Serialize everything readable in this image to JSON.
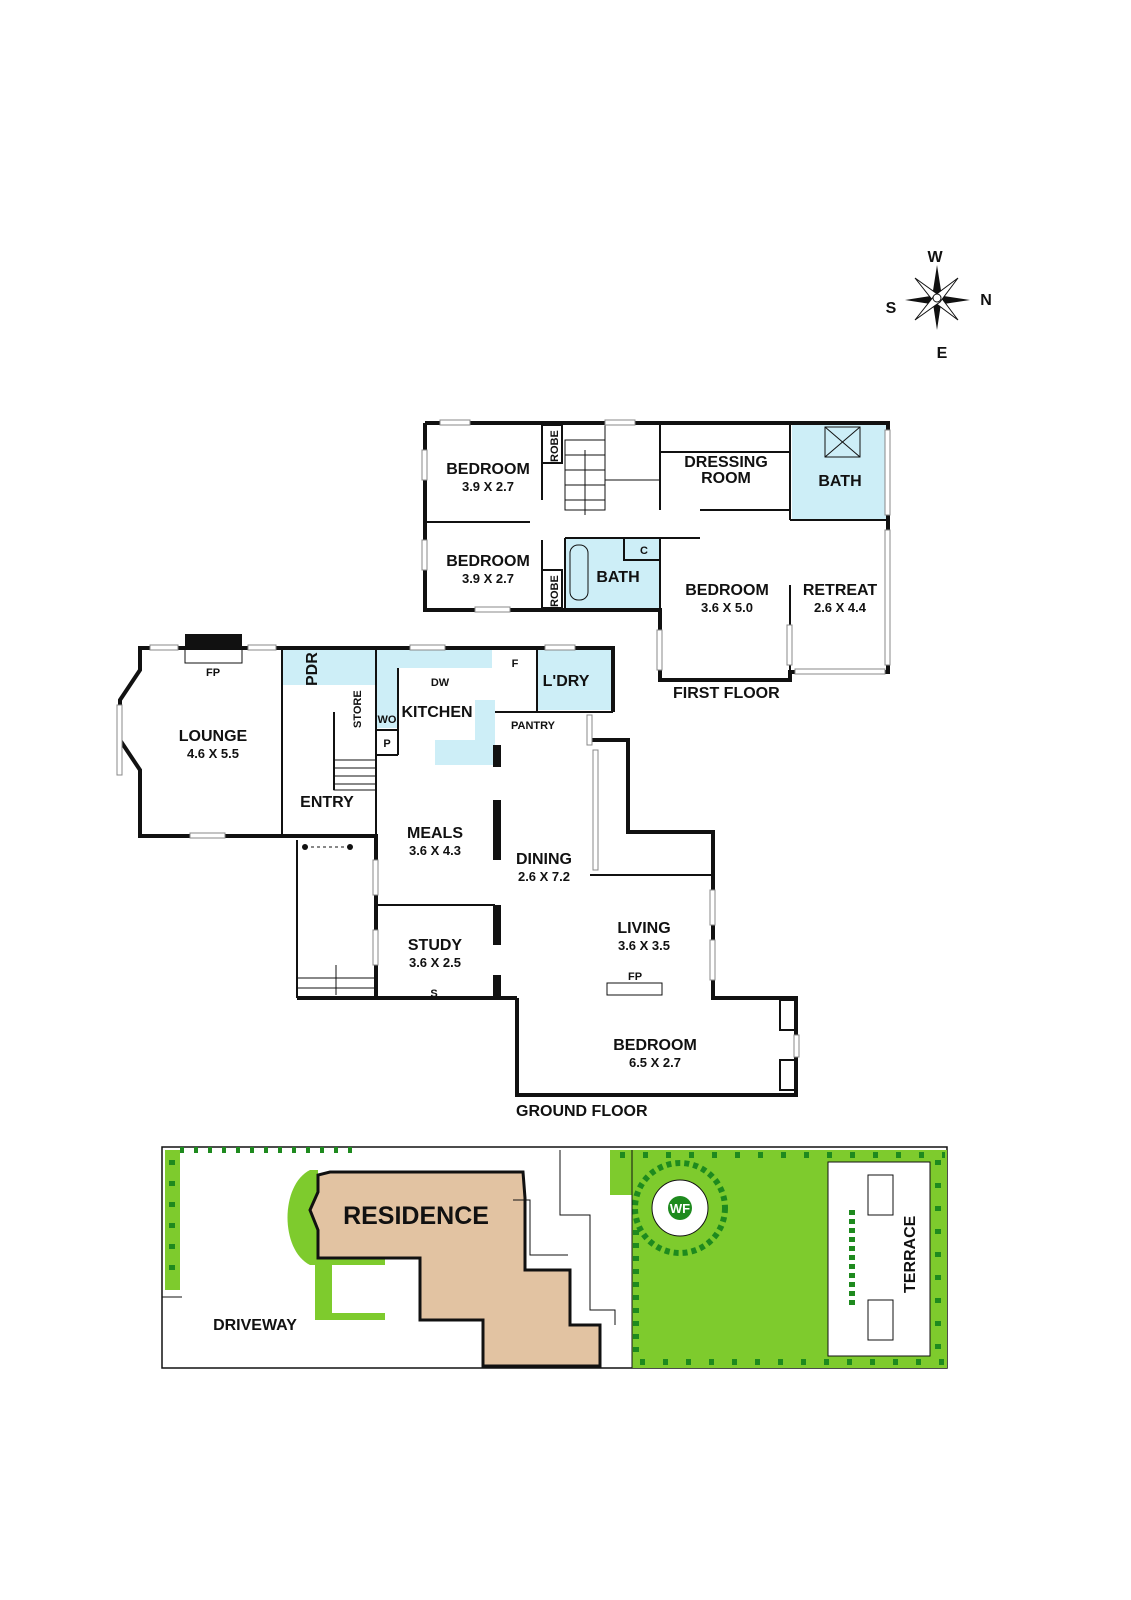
{
  "colors": {
    "wet_area": "#cdeef7",
    "lawn": "#7ecb2d",
    "residence": "#e2c3a2",
    "hedge": "#1e8a1e"
  },
  "compass": {
    "north": "N",
    "south": "S",
    "east": "E",
    "west": "W"
  },
  "first_floor": {
    "title": "FIRST FLOOR",
    "bedroom1": {
      "name": "BEDROOM",
      "dim": "3.9 X 2.7"
    },
    "bedroom2": {
      "name": "BEDROOM",
      "dim": "3.9 X 2.7"
    },
    "robe1": "ROBE",
    "robe2": "ROBE",
    "dressing": {
      "line1": "DRESSING",
      "line2": "ROOM"
    },
    "bath_main": "BATH",
    "bath2": "BATH",
    "cupboard": "C",
    "bedroom3": {
      "name": "BEDROOM",
      "dim": "3.6 X 5.0"
    },
    "retreat": {
      "name": "RETREAT",
      "dim": "2.6 X 4.4"
    }
  },
  "ground_floor": {
    "title": "GROUND FLOOR",
    "lounge": {
      "name": "LOUNGE",
      "dim": "4.6 X 5.5"
    },
    "fp1": "FP",
    "fp2": "FP",
    "pdr": "PDR",
    "store": "STORE",
    "wo": "WO",
    "p": "P",
    "kitchen": "KITCHEN",
    "dw": "DW",
    "f": "F",
    "laundry": "L'DRY",
    "pantry": "PANTRY",
    "entry": "ENTRY",
    "meals": {
      "name": "MEALS",
      "dim": "3.6 X 4.3"
    },
    "dining": {
      "name": "DINING",
      "dim": "2.6 X 7.2"
    },
    "study": {
      "name": "STUDY",
      "dim": "3.6 X 2.5"
    },
    "living": {
      "name": "LIVING",
      "dim": "3.6 X 3.5"
    },
    "bedroom": {
      "name": "BEDROOM",
      "dim": "6.5 X 2.7"
    },
    "s": "S"
  },
  "site": {
    "residence": "RESIDENCE",
    "driveway": "DRIVEWAY",
    "terrace": "TERRACE",
    "wf": "WF"
  }
}
